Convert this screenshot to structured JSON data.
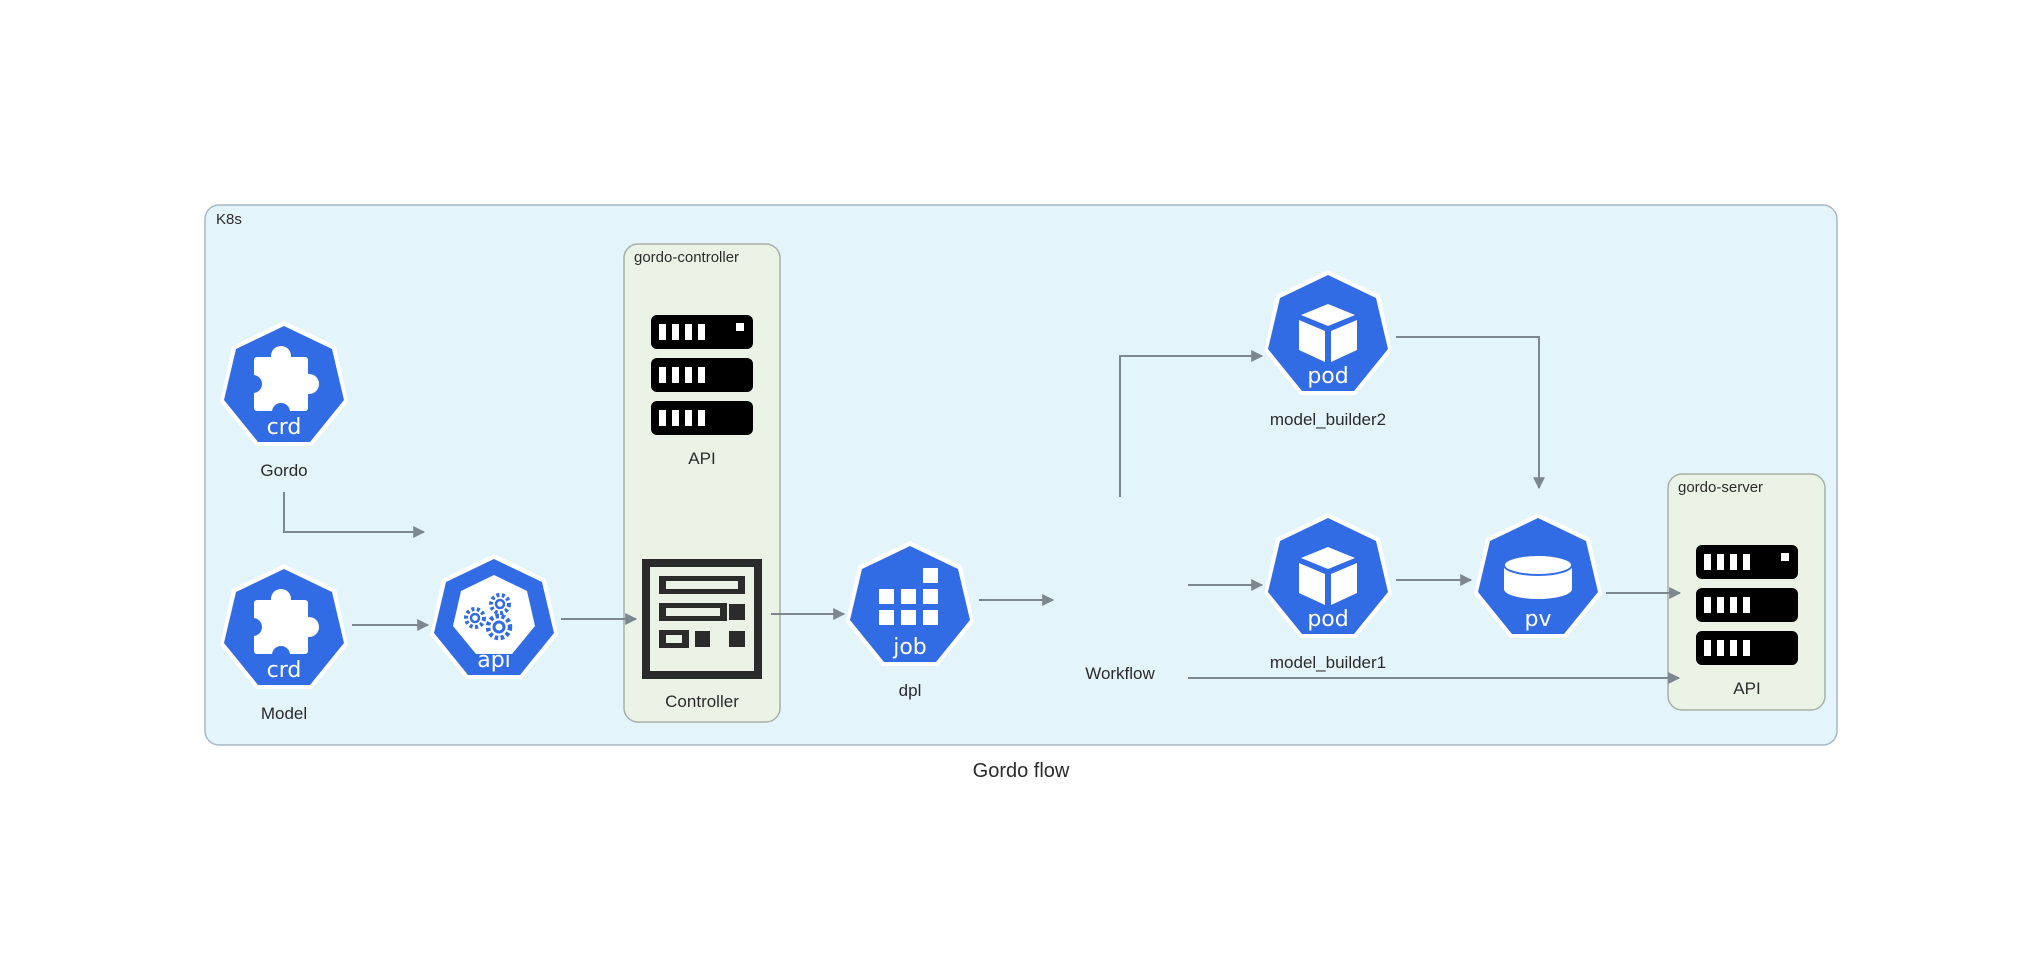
{
  "diagram": {
    "title": "Gordo flow",
    "clusters": {
      "k8s": "K8s",
      "gordo_controller": "gordo-controller",
      "gordo_server": "gordo-server"
    },
    "nodes": {
      "gordo": {
        "label": "Gordo",
        "badge": "crd",
        "icon": "puzzle-icon"
      },
      "model": {
        "label": "Model",
        "badge": "crd",
        "icon": "puzzle-icon"
      },
      "api_k8s": {
        "label": "",
        "badge": "api",
        "icon": "gears-icon"
      },
      "controller_api": {
        "label": "API",
        "icon": "server-rack-icon"
      },
      "controller": {
        "label": "Controller",
        "icon": "control-panel-icon"
      },
      "dpl": {
        "label": "dpl",
        "badge": "job",
        "icon": "grid-blocks-icon"
      },
      "workflow": {
        "label": "Workflow"
      },
      "model_builder2": {
        "label": "model_builder2",
        "badge": "pod",
        "icon": "cube-icon"
      },
      "model_builder1": {
        "label": "model_builder1",
        "badge": "pod",
        "icon": "cube-icon"
      },
      "pv": {
        "label": "",
        "badge": "pv",
        "icon": "cylinder-icon"
      },
      "server_api": {
        "label": "API",
        "icon": "server-rack-icon"
      }
    },
    "colors": {
      "k8s_blue": "#326ce5",
      "k8s_cluster_fill": "#e4f4fb",
      "sub_cluster_fill": "#ebf3e7",
      "edge": "#7d8790"
    }
  }
}
